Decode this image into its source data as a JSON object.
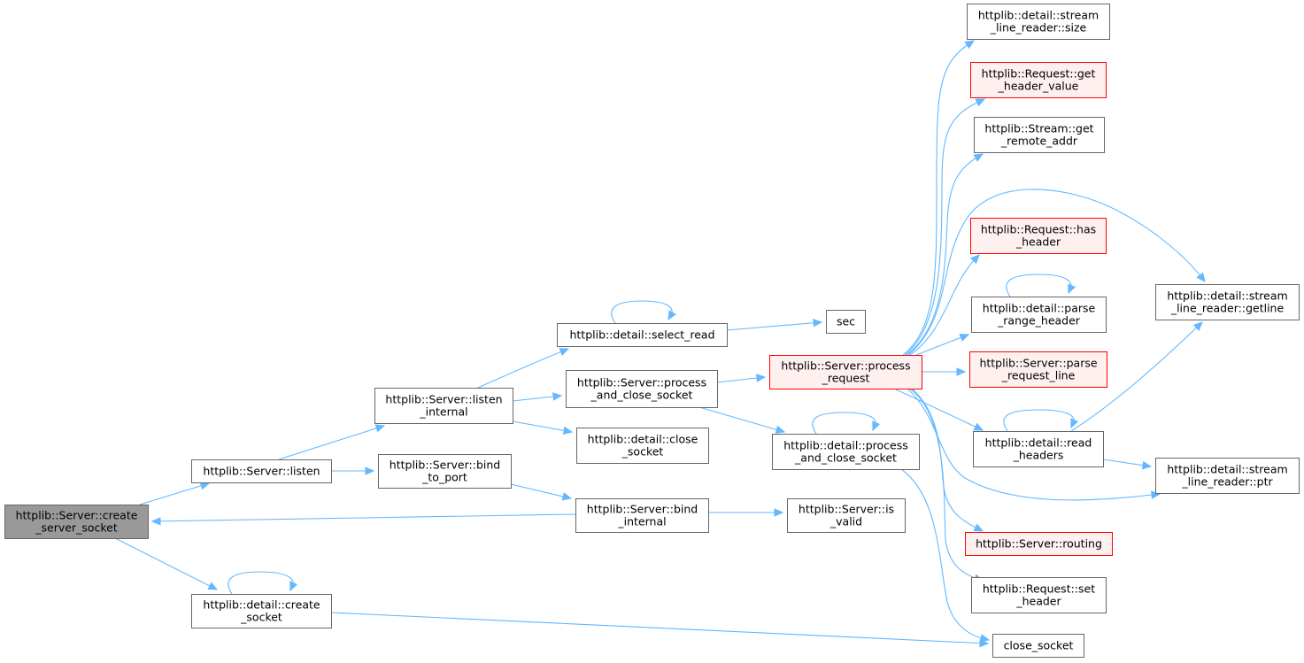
{
  "colors": {
    "edge": "#63b8ff",
    "node_fill": "#ffffff",
    "node_border": "#666666",
    "focus_fill": "#999999",
    "focus_border": "#666666",
    "red_fill": "#fff0f0",
    "red_border": "#ff0000"
  },
  "nodes": [
    {
      "id": "create_server_socket",
      "lines": [
        "httplib::Server::create",
        "_server_socket"
      ],
      "style": "focus"
    },
    {
      "id": "listen",
      "lines": [
        "httplib::Server::listen"
      ],
      "style": "normal"
    },
    {
      "id": "detail_create_socket",
      "lines": [
        "httplib::detail::create",
        "_socket"
      ],
      "style": "normal"
    },
    {
      "id": "listen_internal",
      "lines": [
        "httplib::Server::listen",
        "_internal"
      ],
      "style": "normal"
    },
    {
      "id": "bind_to_port",
      "lines": [
        "httplib::Server::bind",
        "_to_port"
      ],
      "style": "normal"
    },
    {
      "id": "select_read",
      "lines": [
        "httplib::detail::select_read"
      ],
      "style": "normal"
    },
    {
      "id": "server_process_and_close_socket",
      "lines": [
        "httplib::Server::process",
        "_and_close_socket"
      ],
      "style": "normal"
    },
    {
      "id": "detail_close_socket",
      "lines": [
        "httplib::detail::close",
        "_socket"
      ],
      "style": "normal"
    },
    {
      "id": "bind_internal",
      "lines": [
        "httplib::Server::bind",
        "_internal"
      ],
      "style": "normal"
    },
    {
      "id": "sec",
      "lines": [
        "sec"
      ],
      "style": "normal"
    },
    {
      "id": "process_request",
      "lines": [
        "httplib::Server::process",
        "_request"
      ],
      "style": "red"
    },
    {
      "id": "detail_process_and_close_socket",
      "lines": [
        "httplib::detail::process",
        "_and_close_socket"
      ],
      "style": "normal"
    },
    {
      "id": "is_valid",
      "lines": [
        "httplib::Server::is",
        "_valid"
      ],
      "style": "normal"
    },
    {
      "id": "slr_size",
      "lines": [
        "httplib::detail::stream",
        "_line_reader::size"
      ],
      "style": "normal"
    },
    {
      "id": "get_header_value",
      "lines": [
        "httplib::Request::get",
        "_header_value"
      ],
      "style": "red"
    },
    {
      "id": "get_remote_addr",
      "lines": [
        "httplib::Stream::get",
        "_remote_addr"
      ],
      "style": "normal"
    },
    {
      "id": "has_header",
      "lines": [
        "httplib::Request::has",
        "_header"
      ],
      "style": "red"
    },
    {
      "id": "parse_range_header",
      "lines": [
        "httplib::detail::parse",
        "_range_header"
      ],
      "style": "normal"
    },
    {
      "id": "parse_request_line",
      "lines": [
        "httplib::Server::parse",
        "_request_line"
      ],
      "style": "red"
    },
    {
      "id": "read_headers",
      "lines": [
        "httplib::detail::read",
        "_headers"
      ],
      "style": "normal"
    },
    {
      "id": "routing",
      "lines": [
        "httplib::Server::routing"
      ],
      "style": "red"
    },
    {
      "id": "set_header",
      "lines": [
        "httplib::Request::set",
        "_header"
      ],
      "style": "normal"
    },
    {
      "id": "close_socket",
      "lines": [
        "close_socket"
      ],
      "style": "normal"
    },
    {
      "id": "slr_getline",
      "lines": [
        "httplib::detail::stream",
        "_line_reader::getline"
      ],
      "style": "normal"
    },
    {
      "id": "slr_ptr",
      "lines": [
        "httplib::detail::stream",
        "_line_reader::ptr"
      ],
      "style": "normal"
    }
  ],
  "edges": [
    {
      "from": "create_server_socket",
      "to": "listen"
    },
    {
      "from": "create_server_socket",
      "to": "detail_create_socket"
    },
    {
      "from": "listen",
      "to": "listen_internal"
    },
    {
      "from": "listen",
      "to": "bind_to_port"
    },
    {
      "from": "detail_create_socket",
      "to": "detail_create_socket"
    },
    {
      "from": "detail_create_socket",
      "to": "close_socket"
    },
    {
      "from": "listen_internal",
      "to": "select_read"
    },
    {
      "from": "listen_internal",
      "to": "server_process_and_close_socket"
    },
    {
      "from": "listen_internal",
      "to": "detail_close_socket"
    },
    {
      "from": "bind_to_port",
      "to": "bind_internal"
    },
    {
      "from": "bind_internal",
      "to": "create_server_socket"
    },
    {
      "from": "bind_internal",
      "to": "is_valid"
    },
    {
      "from": "select_read",
      "to": "select_read"
    },
    {
      "from": "select_read",
      "to": "sec"
    },
    {
      "from": "server_process_and_close_socket",
      "to": "process_request"
    },
    {
      "from": "server_process_and_close_socket",
      "to": "detail_process_and_close_socket"
    },
    {
      "from": "detail_process_and_close_socket",
      "to": "detail_process_and_close_socket"
    },
    {
      "from": "detail_process_and_close_socket",
      "to": "close_socket"
    },
    {
      "from": "process_request",
      "to": "slr_size"
    },
    {
      "from": "process_request",
      "to": "get_header_value"
    },
    {
      "from": "process_request",
      "to": "get_remote_addr"
    },
    {
      "from": "process_request",
      "to": "slr_getline"
    },
    {
      "from": "process_request",
      "to": "has_header"
    },
    {
      "from": "process_request",
      "to": "parse_range_header"
    },
    {
      "from": "process_request",
      "to": "parse_request_line"
    },
    {
      "from": "process_request",
      "to": "read_headers"
    },
    {
      "from": "process_request",
      "to": "slr_ptr"
    },
    {
      "from": "process_request",
      "to": "routing"
    },
    {
      "from": "process_request",
      "to": "set_header"
    },
    {
      "from": "parse_range_header",
      "to": "parse_range_header"
    },
    {
      "from": "read_headers",
      "to": "read_headers"
    },
    {
      "from": "read_headers",
      "to": "slr_getline"
    },
    {
      "from": "read_headers",
      "to": "slr_ptr"
    }
  ]
}
